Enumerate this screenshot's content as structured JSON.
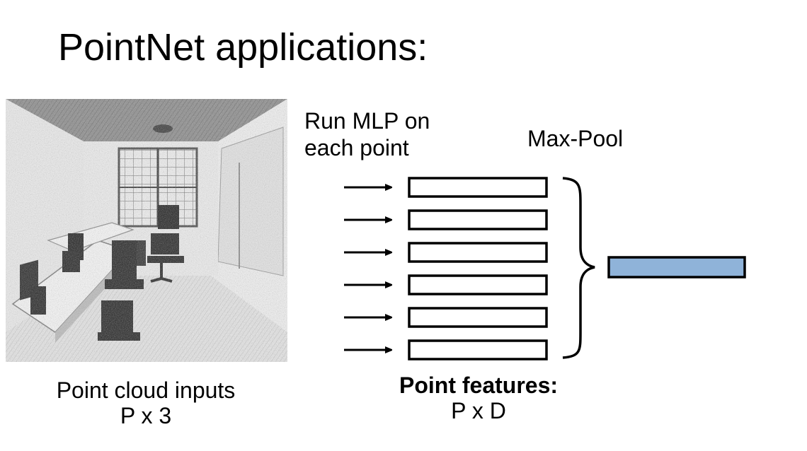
{
  "slide": {
    "title": "PointNet applications:"
  },
  "inputs": {
    "caption_line1": "Point cloud inputs",
    "caption_line2": "P x 3"
  },
  "mlp": {
    "label_line1": "Run MLP on",
    "label_line2": "each point"
  },
  "maxpool": {
    "label": "Max-Pool"
  },
  "features": {
    "caption_line1": "Point features:",
    "caption_line2": "P x D",
    "row_count": 6
  },
  "colors": {
    "global_feature_fill": "#8fb3d9",
    "stroke": "#000000"
  }
}
